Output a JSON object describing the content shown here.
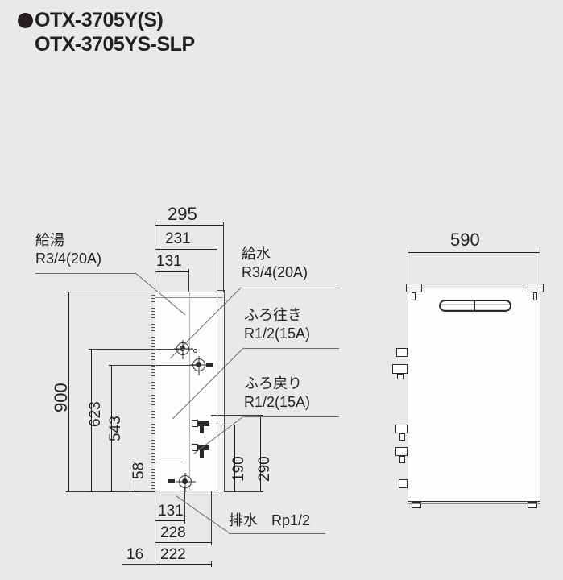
{
  "title": {
    "bullet": "filled-circle",
    "line1": "OTX-3705Y(S)",
    "line2": "OTX-3705YS-SLP"
  },
  "labels": {
    "hot_water_supply": {
      "name": "給湯",
      "spec": "R3/4(20A)"
    },
    "water_supply": {
      "name": "給水",
      "spec": "R3/4(20A)"
    },
    "bath_outlet": {
      "name": "ふろ往き",
      "spec": "R1/2(15A)"
    },
    "bath_return": {
      "name": "ふろ戻り",
      "spec": "R1/2(15A)"
    },
    "drain": {
      "name": "排水",
      "spec": "Rp1/2"
    }
  },
  "dimensions": {
    "front": {
      "top": [
        {
          "value": "295"
        },
        {
          "value": "231"
        },
        {
          "value": "131"
        }
      ],
      "left": [
        {
          "value": "900"
        },
        {
          "value": "623"
        },
        {
          "value": "543"
        },
        {
          "value": "58"
        }
      ],
      "right": [
        {
          "value": "190"
        },
        {
          "value": "290"
        }
      ],
      "bottom": [
        {
          "value": "131"
        },
        {
          "value": "228"
        },
        {
          "value": "222"
        },
        {
          "value": "16"
        }
      ]
    },
    "side": {
      "top": [
        {
          "value": "590"
        }
      ]
    }
  },
  "colors": {
    "background": "#e9e9e9",
    "ink": "#231f20",
    "line": "#3a3a3a",
    "leader": "#6b6b6b",
    "body_fill": "#fdfdfd"
  },
  "units": "mm"
}
